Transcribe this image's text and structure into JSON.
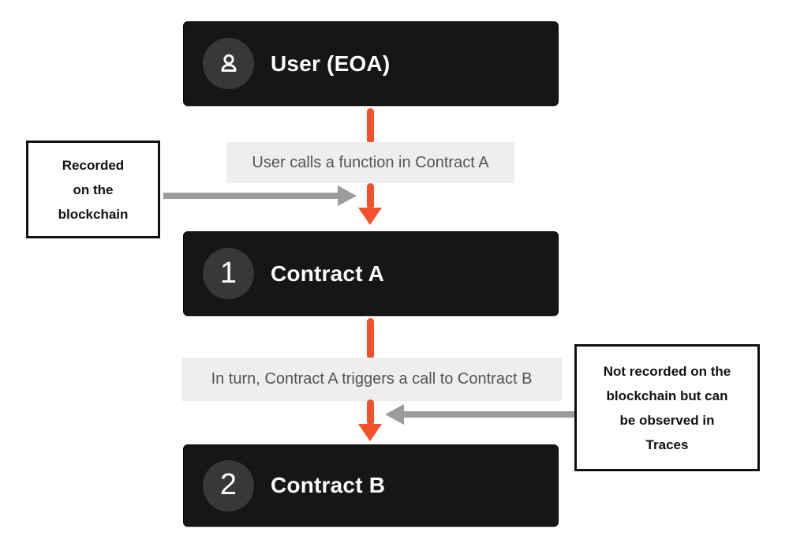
{
  "nodes": {
    "user": {
      "label": "User (EOA)",
      "icon": "user-icon"
    },
    "contract_a": {
      "badge": "1",
      "label": "Contract A"
    },
    "contract_b": {
      "badge": "2",
      "label": "Contract B"
    }
  },
  "edges": {
    "edge1_label": "User calls a function in Contract A",
    "edge2_label": "In turn, Contract A triggers a call to Contract B"
  },
  "notes": {
    "left": {
      "lines": [
        "Recorded",
        "on the",
        "blockchain"
      ]
    },
    "right": {
      "lines": [
        "Not recorded on the",
        "blockchain but can",
        "be observed in",
        "Traces"
      ]
    }
  },
  "colors": {
    "accent_orange": "#f4502a",
    "arrow_gray": "#9c9c9c",
    "node_background": "#161616",
    "badge_background": "#383838",
    "label_background": "#eeeeee",
    "label_text": "#545454",
    "note_border": "#111111"
  }
}
